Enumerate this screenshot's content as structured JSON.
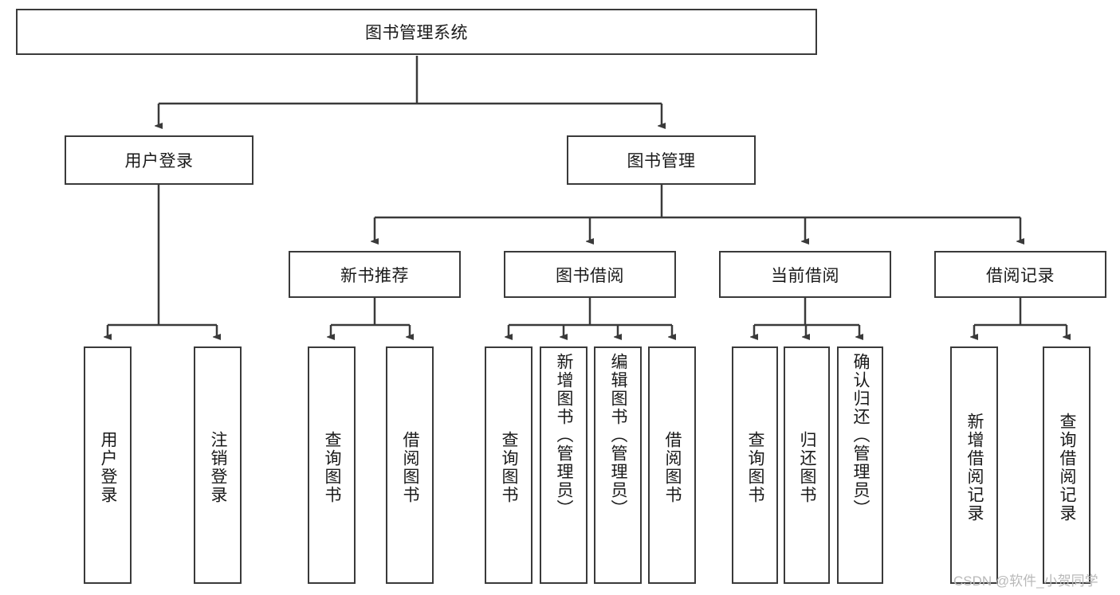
{
  "diagram": {
    "title": "图书管理系统",
    "type": "tree",
    "colors": {
      "box_border": "#3a3a3a",
      "box_fill": "#ffffff",
      "edge": "#3a3a3a",
      "text": "#1a1a1a",
      "watermark": "#b9b9b9",
      "background": "#ffffff"
    },
    "root": {
      "label": "图书管理系统"
    },
    "level2": [
      {
        "label": "用户登录"
      },
      {
        "label": "图书管理"
      }
    ],
    "level3": [
      {
        "label": "新书推荐"
      },
      {
        "label": "图书借阅"
      },
      {
        "label": "当前借阅"
      },
      {
        "label": "借阅记录"
      }
    ],
    "leaves": {
      "user_login": [
        {
          "label": "用户登录"
        },
        {
          "label": "注销登录"
        }
      ],
      "new_book_recommend": [
        {
          "label": "查询图书"
        },
        {
          "label": "借阅图书"
        }
      ],
      "book_borrow": [
        {
          "label": "查询图书"
        },
        {
          "label": "新增图书（管理员）"
        },
        {
          "label": "编辑图书（管理员）"
        },
        {
          "label": "借阅图书"
        }
      ],
      "current_borrow": [
        {
          "label": "查询图书"
        },
        {
          "label": "归还图书"
        },
        {
          "label": "确认归还（管理员）"
        }
      ],
      "borrow_record": [
        {
          "label": "新增借阅记录"
        },
        {
          "label": "查询借阅记录"
        }
      ]
    },
    "watermark": "CSDN @软件_小贺同学"
  }
}
